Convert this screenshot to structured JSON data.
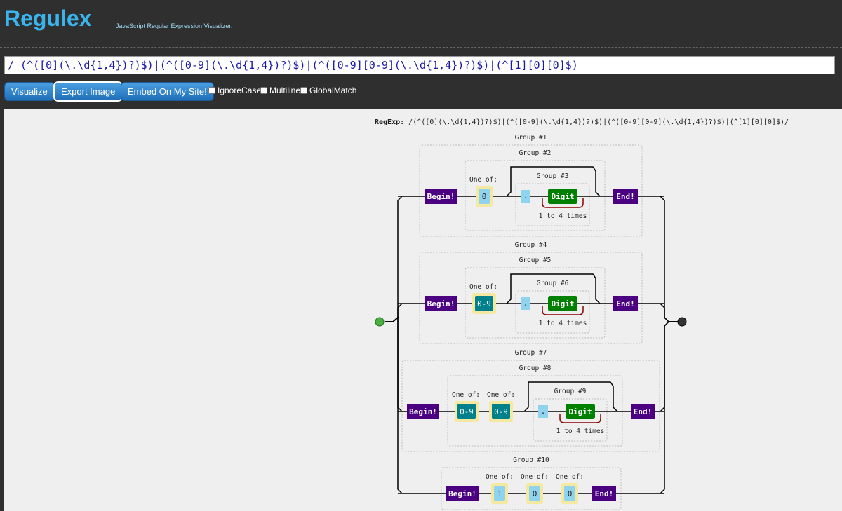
{
  "app": {
    "title": "Regulex",
    "tagline": "JavaScript Regular Expression Visualizer."
  },
  "input": {
    "value": "/ (^([0](\\.\\d{1,4})?)$)|(^([0-9](\\.\\d{1,4})?)$)|(^([0-9][0-9](\\.\\d{1,4})?)$)|(^[1][0][0]$)"
  },
  "toolbar": {
    "visualize_label": "Visualize",
    "export_label": "Export Image",
    "embed_label": "Embed On My Site!",
    "ignorecase_label": "IgnoreCase",
    "multiline_label": "Multiline",
    "globalmatch_label": "GlobalMatch"
  },
  "diagram": {
    "regexp_label": "RegExp:",
    "regexp_text": "/(^([0](\\.\\d{1,4})?)$)|(^([0-9](\\.\\d{1,4})?)$)|(^([0-9][0-9](\\.\\d{1,4})?)$)|(^[1][0][0]$)/",
    "begin": "Begin!",
    "end": "End!",
    "one_of": "One of:",
    "dot": ".",
    "digit": "Digit",
    "repeat": "1 to 4 times",
    "groups": [
      "Group #1",
      "Group #2",
      "Group #3",
      "Group #4",
      "Group #5",
      "Group #6",
      "Group #7",
      "Group #8",
      "Group #9",
      "Group #10"
    ],
    "chars": [
      "0",
      "0-9",
      "0-9",
      "0-9",
      "1",
      "0",
      "0"
    ],
    "colors": {
      "begin_end": "#4b0082",
      "digit": "#008000",
      "charset": "#00808b",
      "char_bg": "#8fd3ef",
      "choice_box": "#f5e8a0",
      "repeat_stroke": "#8b0000",
      "start_node": "#46b33f"
    }
  }
}
